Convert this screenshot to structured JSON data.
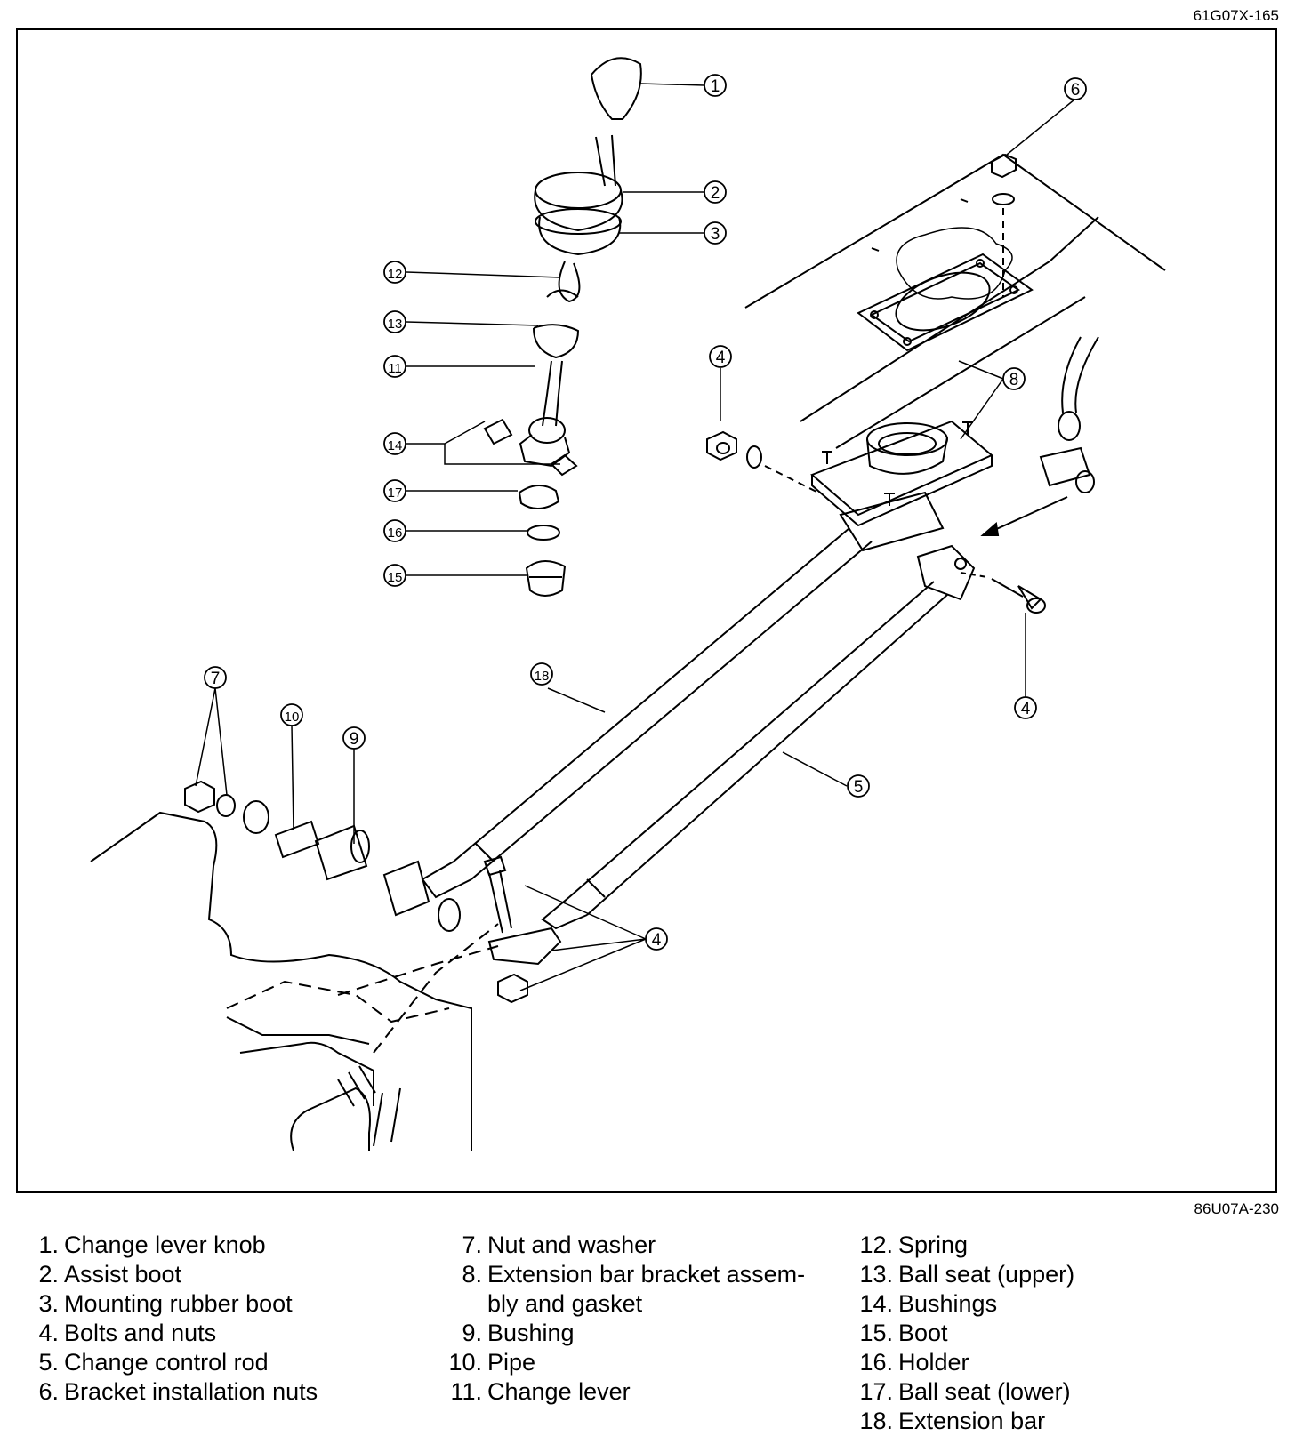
{
  "figure_code_top": "61G07X-165",
  "figure_code_bottom": "86U07A-230",
  "callouts": {
    "c1": "1",
    "c2": "2",
    "c3": "3",
    "c4a": "4",
    "c4b": "4",
    "c4c": "4",
    "c5": "5",
    "c6": "6",
    "c7": "7",
    "c8": "8",
    "c9": "9",
    "c10": "10",
    "c11": "11",
    "c12": "12",
    "c13": "13",
    "c14": "14",
    "c15": "15",
    "c16": "16",
    "c17": "17",
    "c18": "18"
  },
  "legend": {
    "col1": [
      {
        "num": "1.",
        "label": "Change lever knob"
      },
      {
        "num": "2.",
        "label": "Assist boot"
      },
      {
        "num": "3.",
        "label": "Mounting rubber boot"
      },
      {
        "num": "4.",
        "label": "Bolts and nuts"
      },
      {
        "num": "5.",
        "label": "Change control rod"
      },
      {
        "num": "6.",
        "label": "Bracket installation nuts"
      }
    ],
    "col2": [
      {
        "num": "7.",
        "label": "Nut and washer"
      },
      {
        "num": "8.",
        "label": "Extension bar bracket assem-"
      },
      {
        "num": "",
        "label": "bly and gasket"
      },
      {
        "num": "9.",
        "label": "Bushing"
      },
      {
        "num": "10.",
        "label": "Pipe"
      },
      {
        "num": "11.",
        "label": "Change lever"
      }
    ],
    "col3": [
      {
        "num": "12.",
        "label": "Spring"
      },
      {
        "num": "13.",
        "label": "Ball seat (upper)"
      },
      {
        "num": "14.",
        "label": "Bushings"
      },
      {
        "num": "15.",
        "label": "Boot"
      },
      {
        "num": "16.",
        "label": "Holder"
      },
      {
        "num": "17.",
        "label": "Ball seat (lower)"
      },
      {
        "num": "18.",
        "label": "Extension bar"
      }
    ]
  }
}
